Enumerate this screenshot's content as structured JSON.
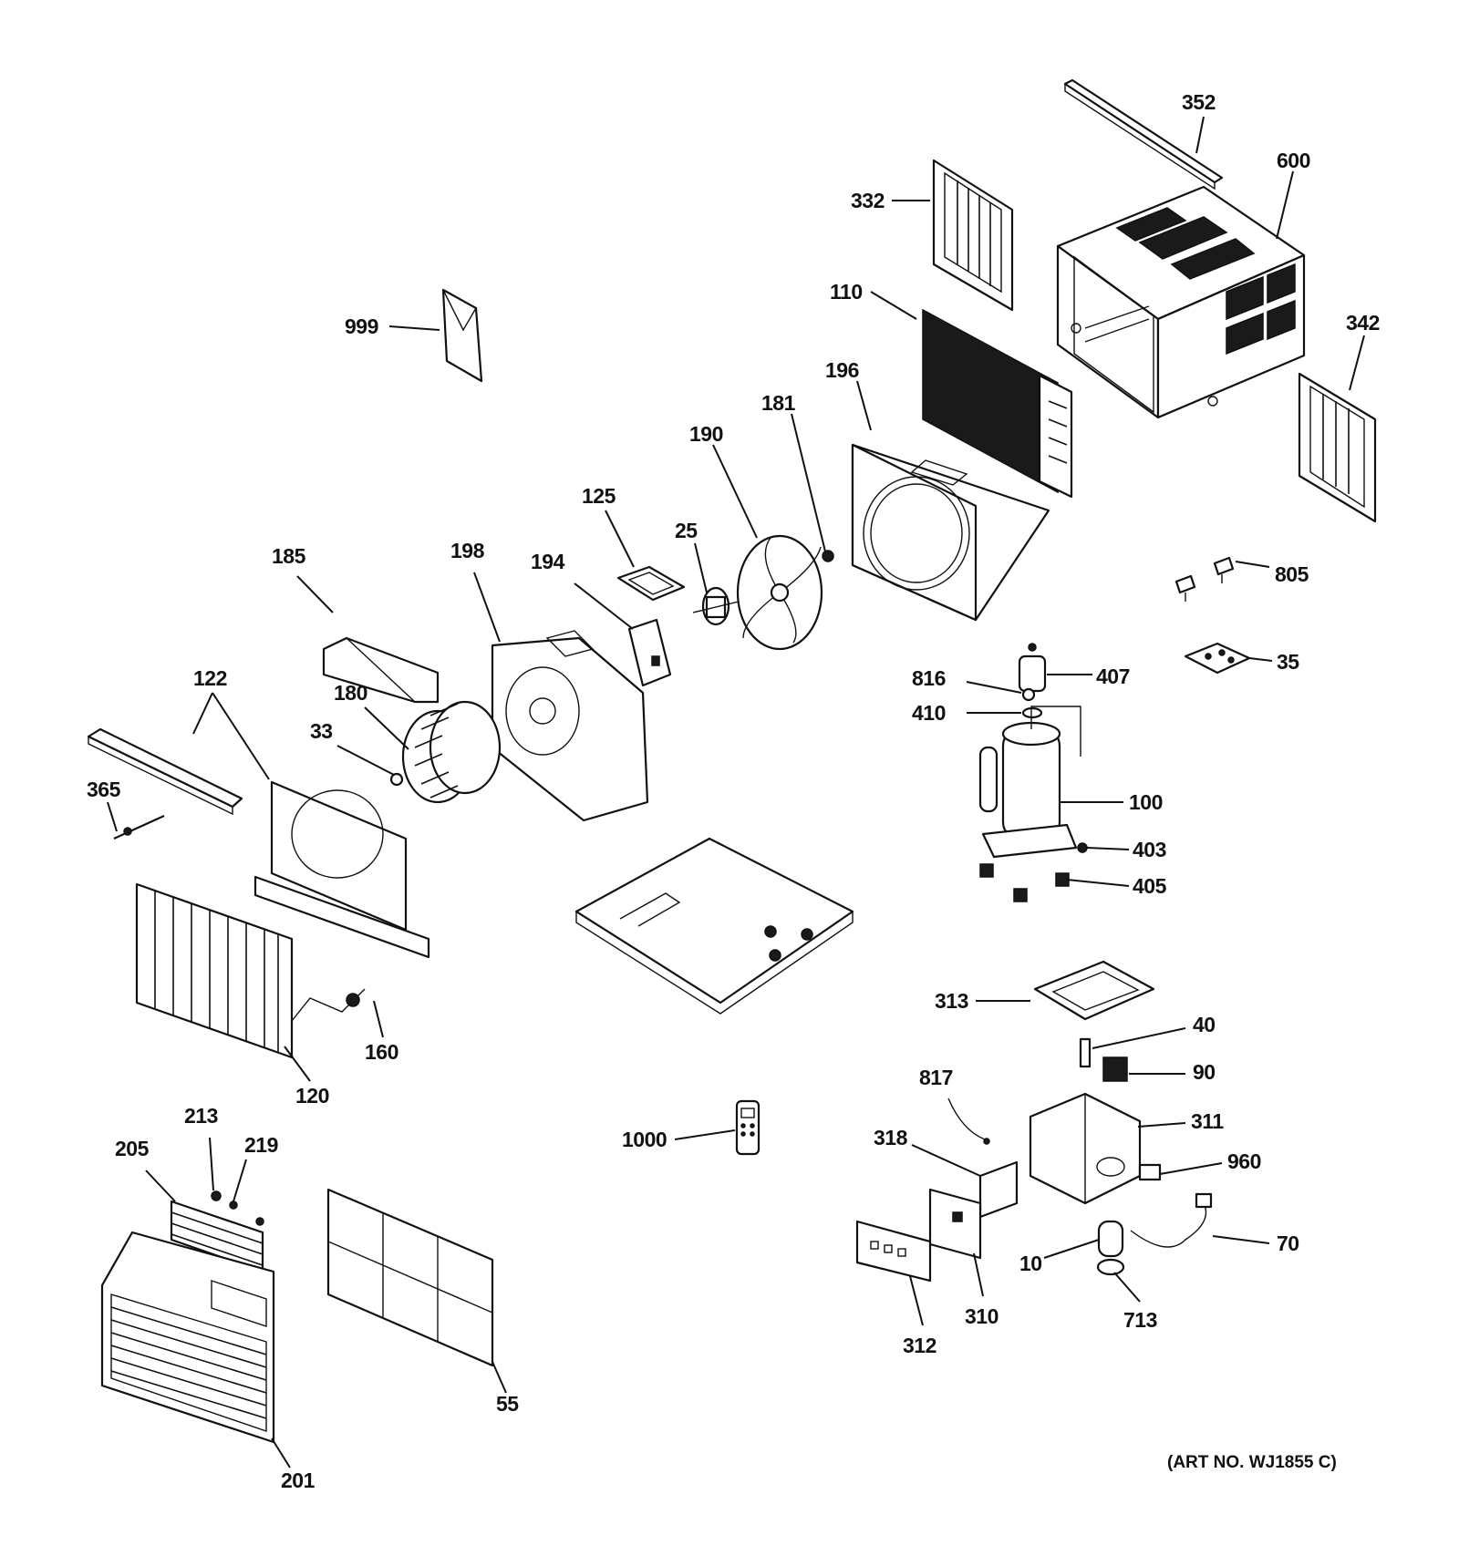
{
  "callouts": {
    "c352": "352",
    "c600": "600",
    "c332": "332",
    "c110": "110",
    "c342": "342",
    "c999": "999",
    "c196": "196",
    "c181": "181",
    "c190": "190",
    "c125": "125",
    "c25": "25",
    "c185": "185",
    "c198": "198",
    "c194": "194",
    "c805": "805",
    "c35": "35",
    "c816": "816",
    "c407": "407",
    "c410": "410",
    "c122": "122",
    "c180": "180",
    "c33": "33",
    "c365": "365",
    "c100": "100",
    "c403": "403",
    "c405": "405",
    "c160": "160",
    "c120": "120",
    "c313": "313",
    "c40": "40",
    "c90": "90",
    "c817": "817",
    "c311": "311",
    "c1000": "1000",
    "c318": "318",
    "c960": "960",
    "c213": "213",
    "c219": "219",
    "c205": "205",
    "c70": "70",
    "c10": "10",
    "c713": "713",
    "c310": "310",
    "c312": "312",
    "c55": "55",
    "c201": "201"
  },
  "art_number": "(ART NO. WJ1855 C)"
}
